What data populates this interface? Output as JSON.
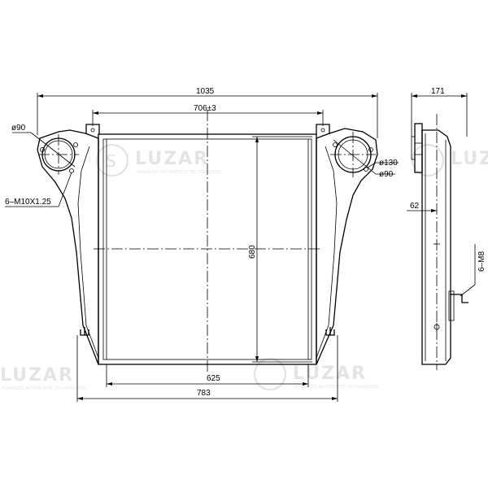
{
  "drawing": {
    "dimensions": {
      "overall_width": "1035",
      "core_width": "706±3",
      "core_height": "680",
      "bottom_core": "625",
      "bottom_overall": "783",
      "depth": "171",
      "offset": "62",
      "pipe_diameter_left": "ø90",
      "pipe_diameter_right": "ø90",
      "flange_diameter": "ø130",
      "bolt_spec": "6–M10X1.25",
      "mount_spec": "6–M8"
    },
    "watermark": {
      "brand": "LUZAR",
      "tagline": "ADVANCED AUTOMOTIVE TECHNOLOGIES"
    }
  }
}
